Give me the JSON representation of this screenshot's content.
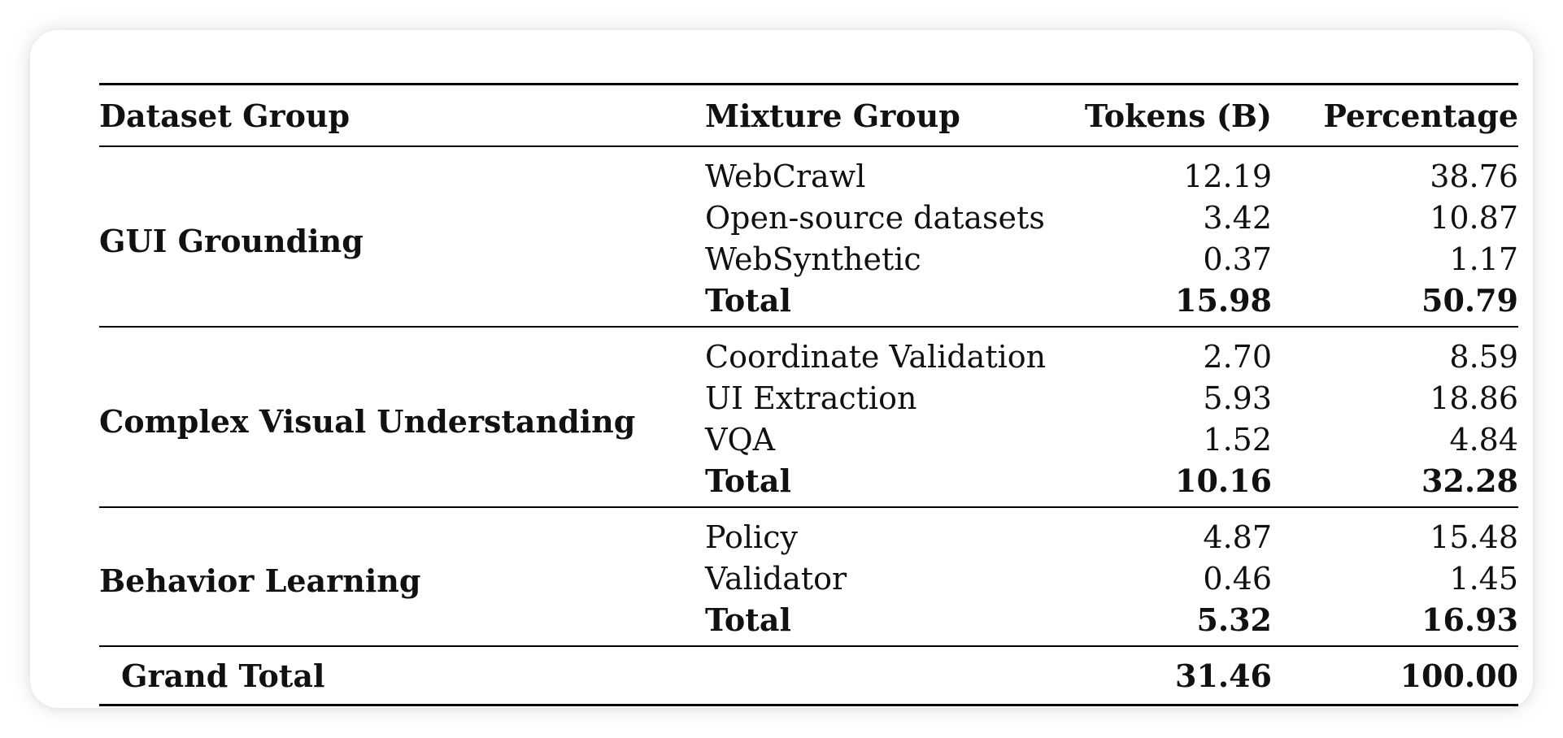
{
  "table": {
    "headers": {
      "dataset_group": "Dataset Group",
      "mixture_group": "Mixture Group",
      "tokens": "Tokens (B)",
      "percentage": "Percentage"
    },
    "groups": [
      {
        "name": "GUI Grounding",
        "rows": [
          {
            "mixture": "WebCrawl",
            "tokens": "12.19",
            "percentage": "38.76"
          },
          {
            "mixture": "Open-source datasets",
            "tokens": "3.42",
            "percentage": "10.87"
          },
          {
            "mixture": "WebSynthetic",
            "tokens": "0.37",
            "percentage": "1.17"
          }
        ],
        "total": {
          "label": "Total",
          "tokens": "15.98",
          "percentage": "50.79"
        }
      },
      {
        "name": "Complex Visual Understanding",
        "rows": [
          {
            "mixture": "Coordinate Validation",
            "tokens": "2.70",
            "percentage": "8.59"
          },
          {
            "mixture": "UI Extraction",
            "tokens": "5.93",
            "percentage": "18.86"
          },
          {
            "mixture": "VQA",
            "tokens": "1.52",
            "percentage": "4.84"
          }
        ],
        "total": {
          "label": "Total",
          "tokens": "10.16",
          "percentage": "32.28"
        }
      },
      {
        "name": "Behavior Learning",
        "rows": [
          {
            "mixture": "Policy",
            "tokens": "4.87",
            "percentage": "15.48"
          },
          {
            "mixture": "Validator",
            "tokens": "0.46",
            "percentage": "1.45"
          }
        ],
        "total": {
          "label": "Total",
          "tokens": "5.32",
          "percentage": "16.93"
        }
      }
    ],
    "grand_total": {
      "label": "Grand Total",
      "tokens": "31.46",
      "percentage": "100.00"
    }
  }
}
